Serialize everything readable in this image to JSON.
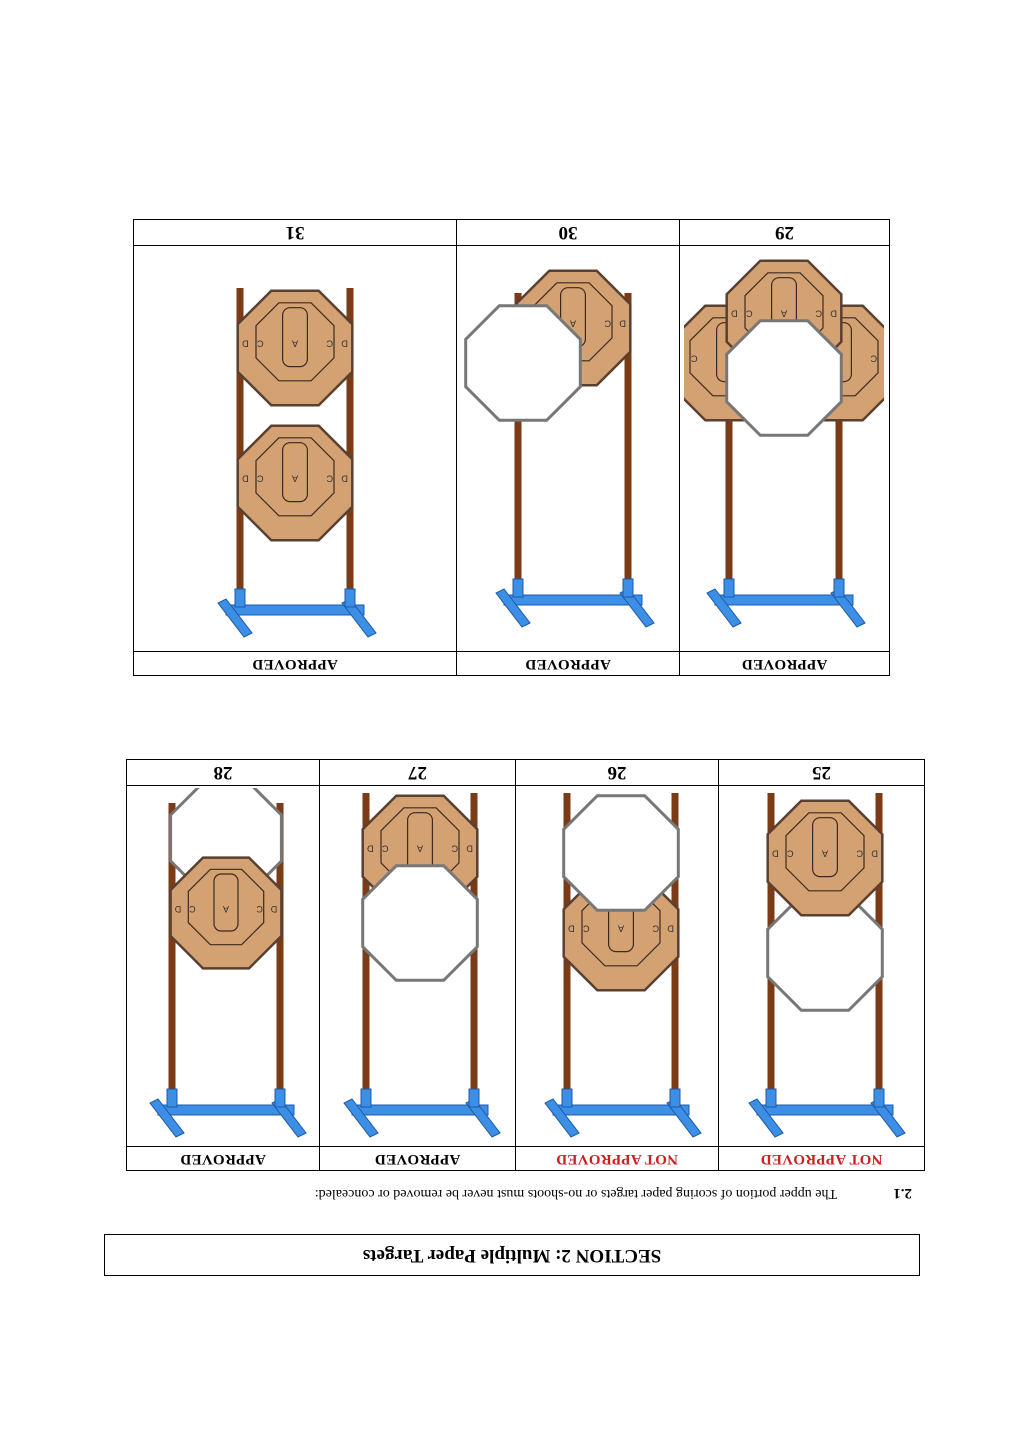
{
  "section": {
    "title": "SECTION 2: Multiple Paper Targets"
  },
  "rule": {
    "number": "2.1",
    "text": "The upper portion of scoring paper targets or no-shoots must never be removed or concealed:"
  },
  "table_a": {
    "headers": [
      "NOT APPROVED",
      "NOT APPROVED",
      "APPROVED",
      "APPROVED"
    ],
    "header_status": [
      "not-approved",
      "not-approved",
      "approved",
      "approved"
    ],
    "figure_numbers": [
      "25",
      "26",
      "27",
      "28"
    ]
  },
  "table_b": {
    "headers": [
      "APPROVED",
      "APPROVED",
      "APPROVED"
    ],
    "figure_numbers": [
      "29",
      "30",
      "31"
    ]
  },
  "target_zone_letters": [
    "D",
    "C",
    "A",
    "C",
    "D"
  ],
  "colors": {
    "frame_blue": "#3d8fe6",
    "post_brown": "#7a3b16",
    "target_tan": "#d4a272",
    "no_shoot_white": "#ffffff",
    "not_approved_red": "#cc2020"
  }
}
